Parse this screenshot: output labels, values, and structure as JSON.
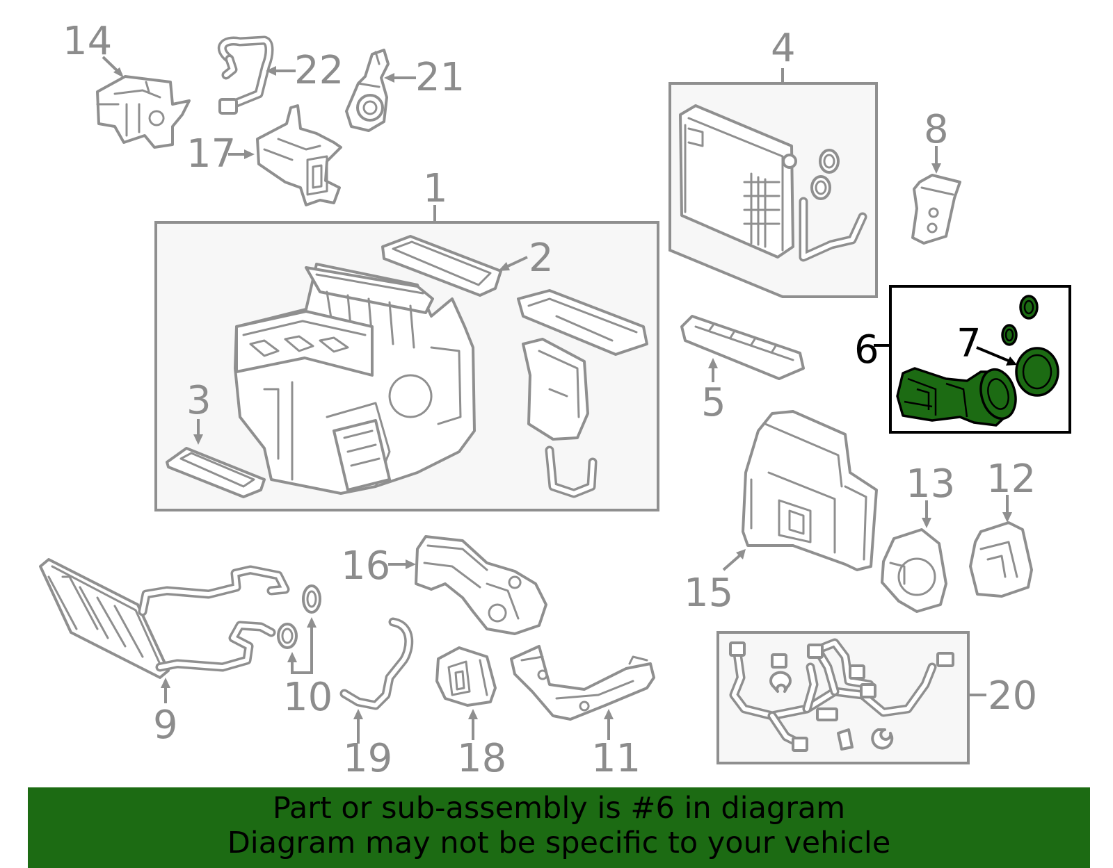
{
  "highlighted_part": "6",
  "colors": {
    "highlight_fill": "#1c6b13",
    "line_art": "#8f8f8f",
    "banner_bg": "#1c6b13"
  },
  "callouts": {
    "c1": "1",
    "c2": "2",
    "c3": "3",
    "c4": "4",
    "c5": "5",
    "c6": "6",
    "c7": "7",
    "c8": "8",
    "c9": "9",
    "c10": "10",
    "c11": "11",
    "c12": "12",
    "c13": "13",
    "c14": "14",
    "c15": "15",
    "c16": "16",
    "c17": "17",
    "c18": "18",
    "c19": "19",
    "c20": "20",
    "c21": "21",
    "c22": "22"
  },
  "banner": {
    "line1": "Part or sub-assembly is #6 in diagram",
    "line2": "Diagram may not be specific to your vehicle"
  }
}
